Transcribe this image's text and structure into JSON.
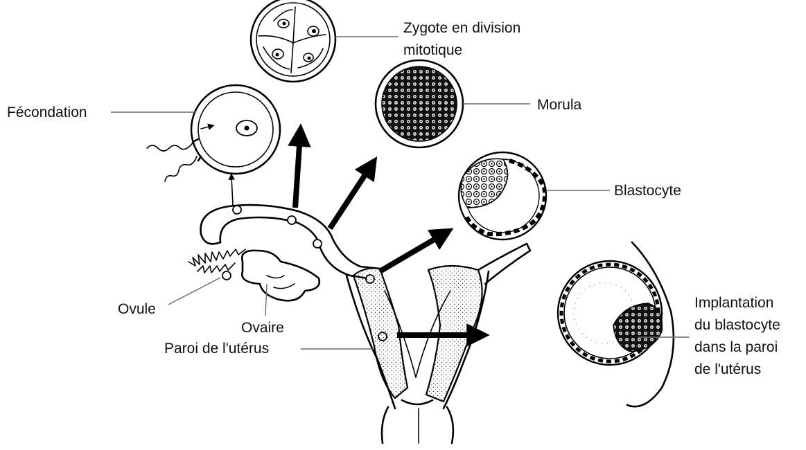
{
  "labels": {
    "zygote_line1": "Zygote en division",
    "zygote_line2": "mitotique",
    "fecondation": "Fécondation",
    "morula": "Morula",
    "blastocyte": "Blastocyte",
    "ovule": "Ovule",
    "ovaire": "Ovaire",
    "paroi": "Paroi de l'utérus",
    "implantation_line1": "Implantation",
    "implantation_line2": "du blastocyte",
    "implantation_line3": "dans la paroi",
    "implantation_line4": "de l'utérus"
  }
}
